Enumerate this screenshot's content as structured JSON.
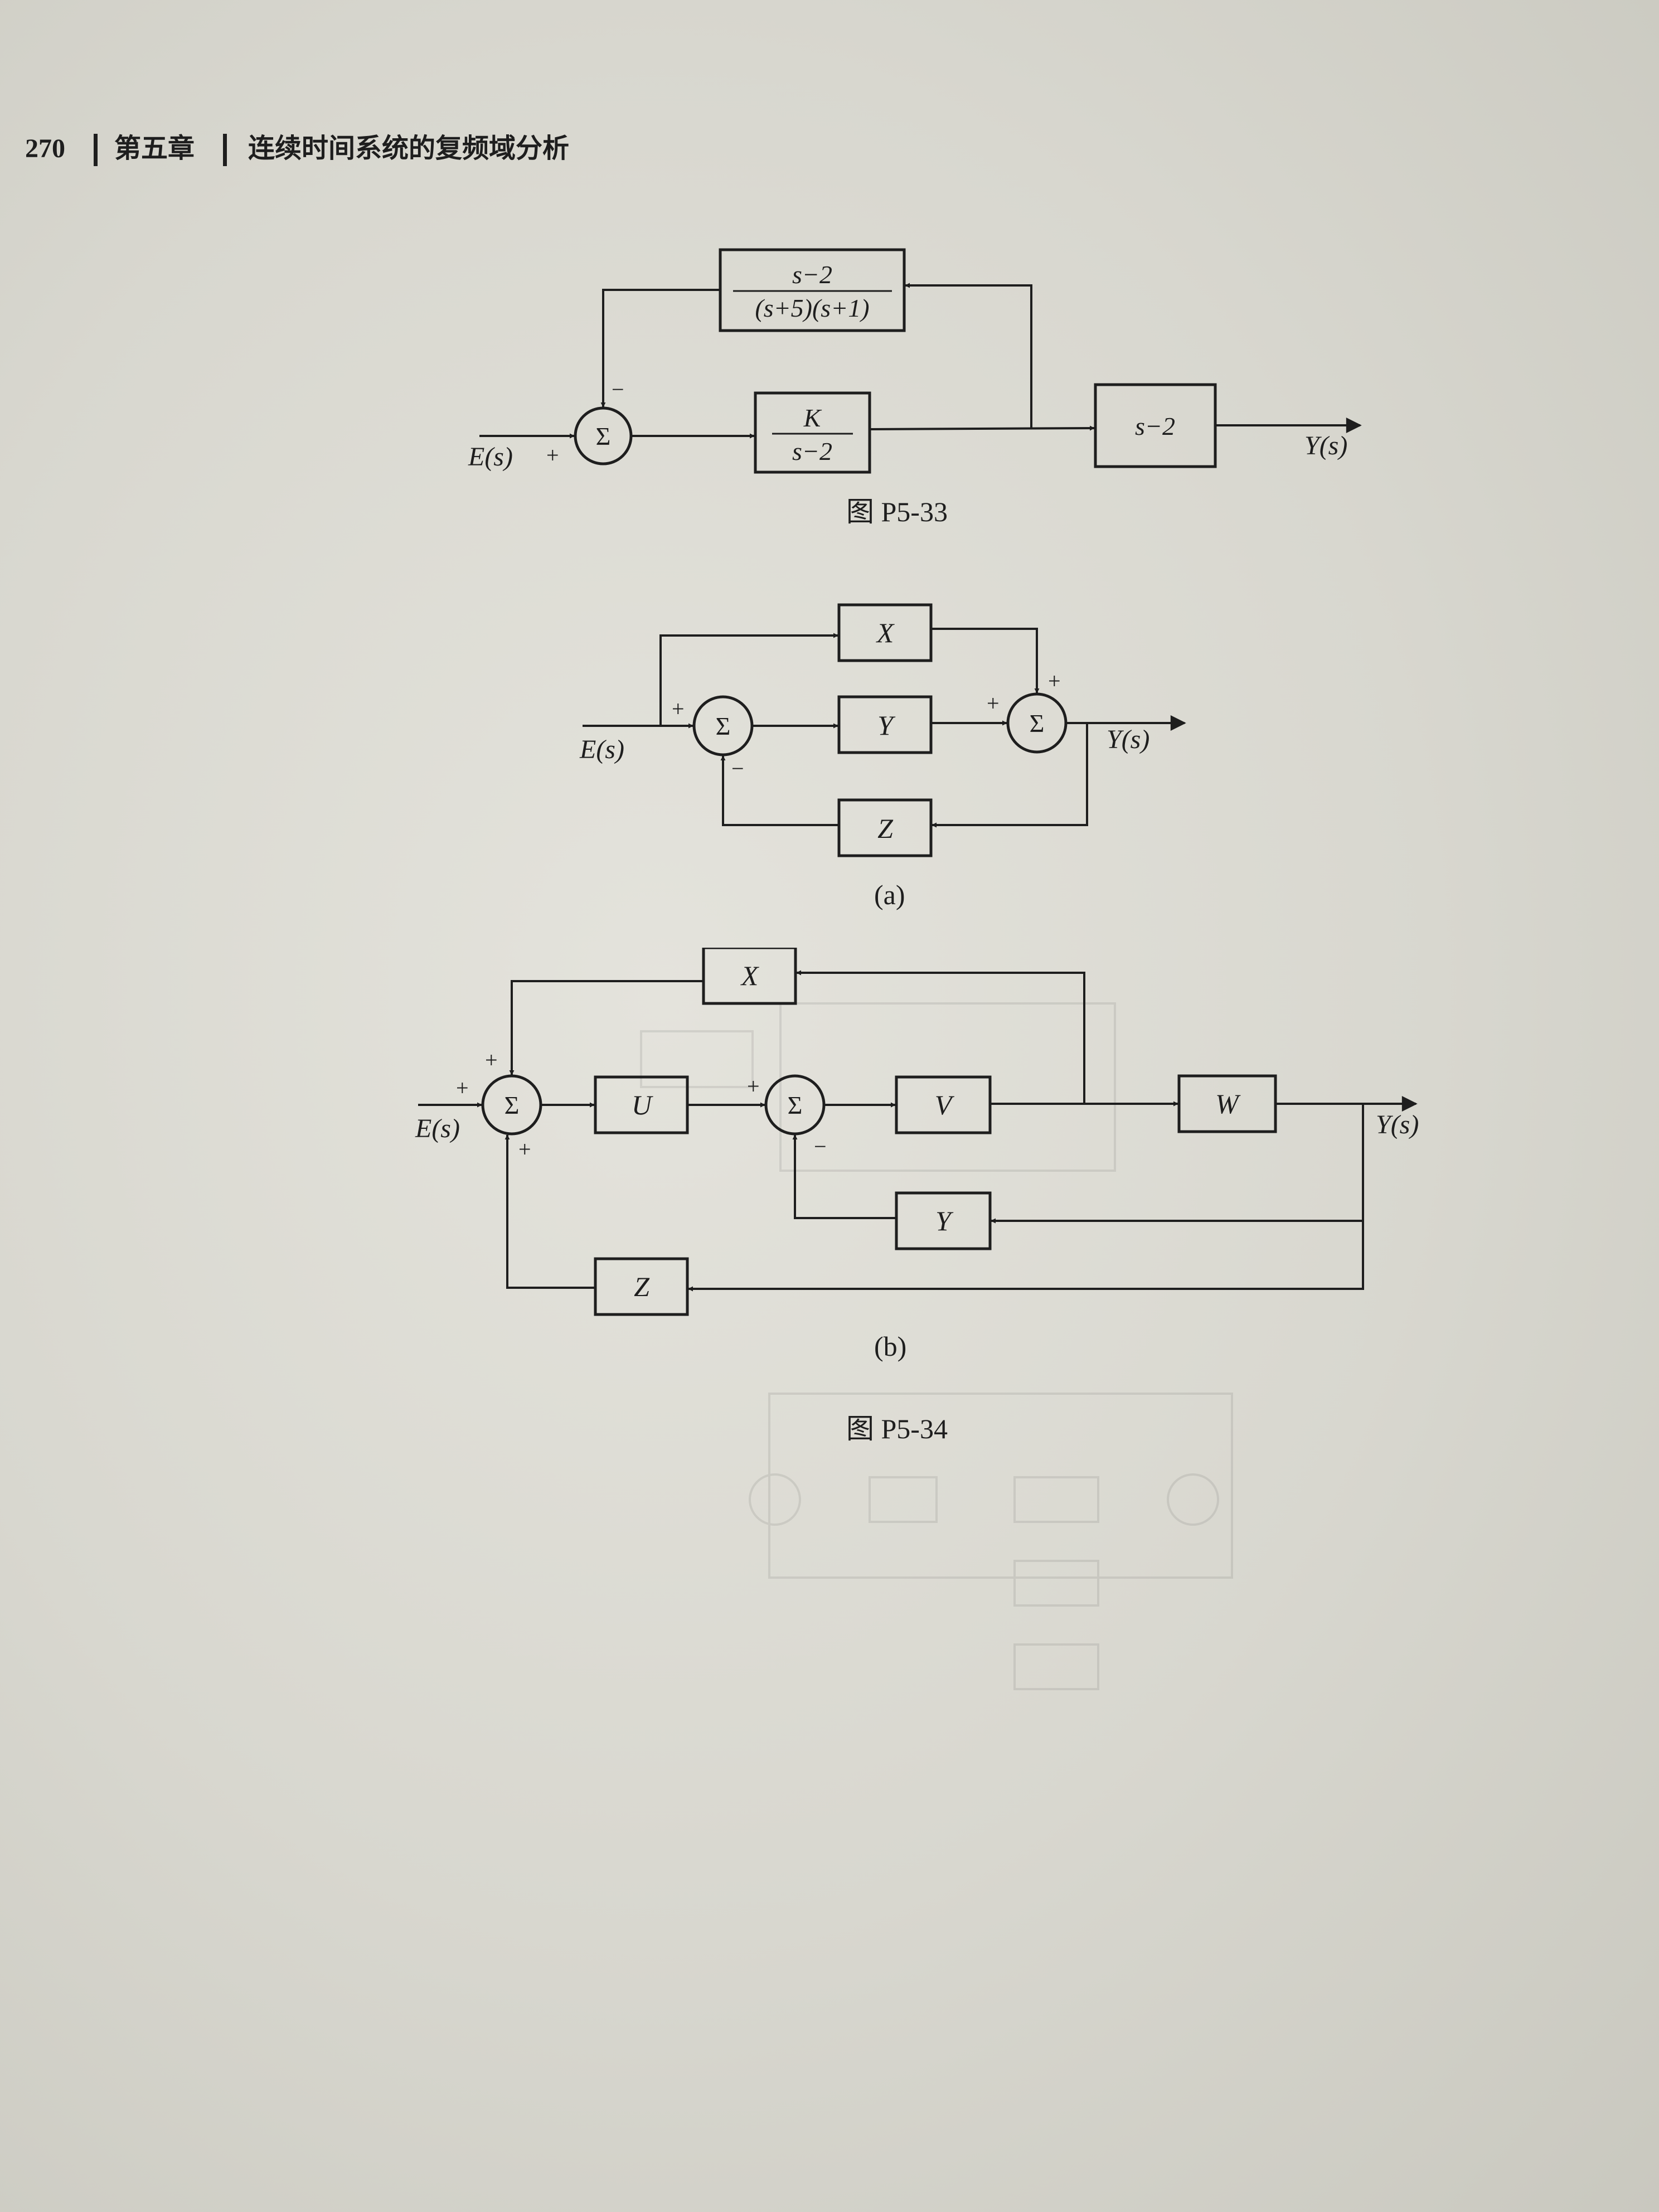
{
  "header": {
    "page_number": "270",
    "chapter": "第五章",
    "chapter_title": "连续时间系统的复频域分析"
  },
  "figure_p5_33": {
    "caption": "图 P5-33",
    "input_label": "E(s)",
    "output_label": "Y(s)",
    "sum_symbol": "Σ",
    "sum_sign_input": "+",
    "sum_sign_feedback": "−",
    "forward_block": {
      "numerator": "K",
      "denominator": "s−2"
    },
    "feedback_block": {
      "numerator": "s−2",
      "denominator": "(s+5)(s+1)"
    },
    "output_block": "s−2"
  },
  "figure_p5_34": {
    "caption": "图 P5-34",
    "a": {
      "label": "(a)",
      "input_label": "E(s)",
      "output_label": "Y(s)",
      "sum_symbol": "Σ",
      "blocks": {
        "x": "X",
        "y": "Y",
        "z": "Z"
      },
      "signs": {
        "sum1_in": "+",
        "sum1_fb": "−",
        "sum2_left": "+",
        "sum2_top": "+"
      }
    },
    "b": {
      "label": "(b)",
      "input_label": "E(s)",
      "output_label": "Y(s)",
      "sum_symbol": "Σ",
      "blocks": {
        "x": "X",
        "u": "U",
        "v": "V",
        "w": "W",
        "y": "Y",
        "z": "Z"
      },
      "signs": {
        "sum1_top": "+",
        "sum1_left": "+",
        "sum1_bottom": "+",
        "sum2_left": "+",
        "sum2_bottom": "−"
      }
    }
  }
}
